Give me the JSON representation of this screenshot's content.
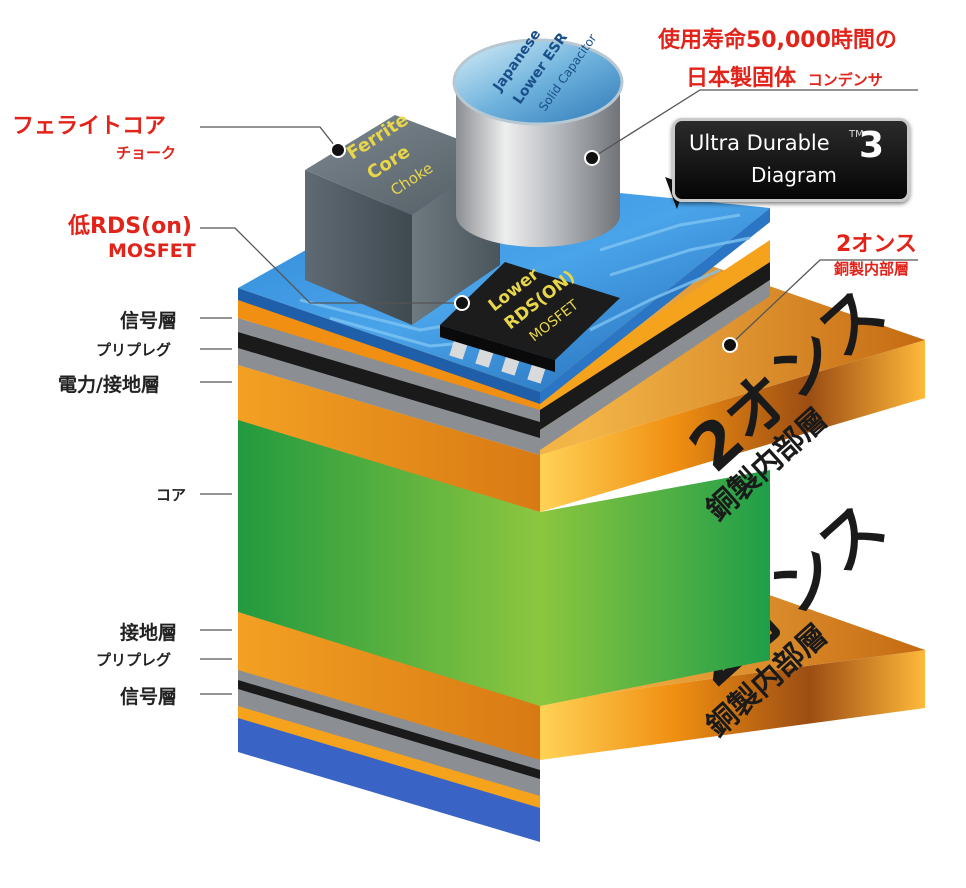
{
  "callouts": {
    "capacitor": {
      "line1": "使用寿命50,000時間の",
      "line2": "日本製固体",
      "line2_small": "コンデンサ"
    },
    "choke": {
      "line1": "フェライトコア",
      "line2": "チョーク"
    },
    "mosfet": {
      "line1": "低RDS(on)",
      "line2": "MOSFET"
    },
    "copper": {
      "line1": "2オンス",
      "line2": "銅製内部層"
    }
  },
  "layer_labels": {
    "signal_top": "信号層",
    "prepreg_top": "プリプレグ",
    "power_ground": "電力/接地層",
    "core": "コア",
    "ground": "接地層",
    "prepreg_bottom": "プリプレグ",
    "signal_bottom": "信号層"
  },
  "logo": {
    "line1": "Ultra Durable",
    "tm": "TM",
    "number": "3",
    "line2": "Diagram"
  },
  "components": {
    "capacitor_text": [
      "Japanese",
      "Lower ESR",
      "Solid Capacitor"
    ],
    "choke_text": [
      "Ferrite",
      "Core",
      "Choke"
    ],
    "mosfet_text": [
      "Lower",
      "RDS(ON)",
      "MOSFET"
    ]
  },
  "slab_text": {
    "upper": {
      "big": "2オンス",
      "small": "銅製内部層"
    },
    "lower": {
      "big": "2オンス",
      "small": "銅製内部層"
    }
  },
  "colors": {
    "red_label": "#e2231a",
    "copper": "#e8900f",
    "core_green": "#37b34a",
    "pcb_blue": "#2a7fd0"
  }
}
